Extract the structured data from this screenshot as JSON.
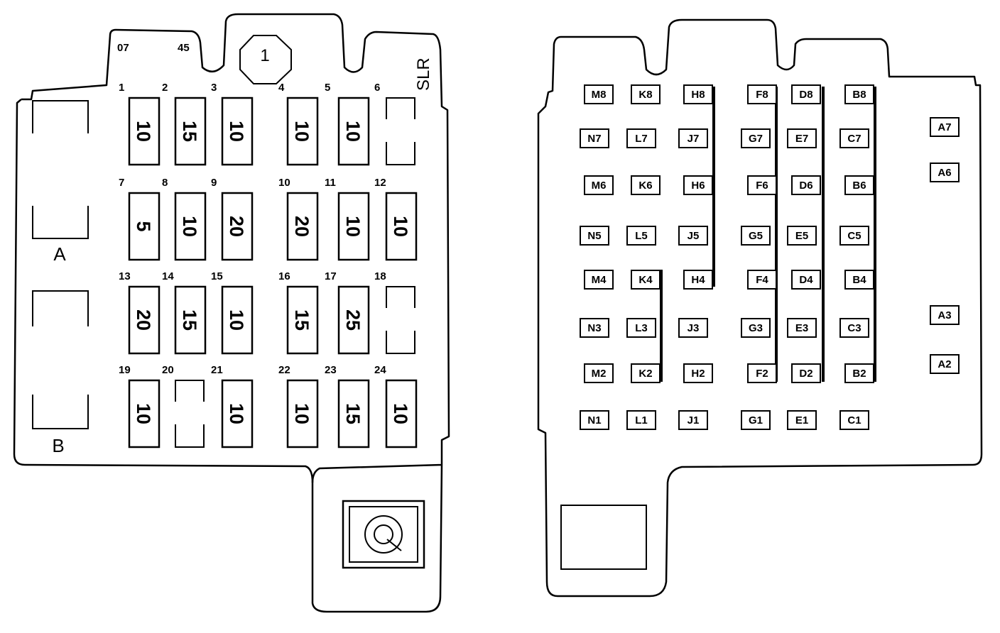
{
  "left_panel": {
    "top_labels": [
      "07",
      "45"
    ],
    "octagon_label": "1",
    "side_label": "SLR",
    "relay_labels": [
      "A",
      "B"
    ],
    "fuses": [
      {
        "num": "1",
        "rating": "10"
      },
      {
        "num": "2",
        "rating": "15"
      },
      {
        "num": "3",
        "rating": "10"
      },
      {
        "num": "4",
        "rating": "10"
      },
      {
        "num": "5",
        "rating": "10"
      },
      {
        "num": "6",
        "rating": ""
      },
      {
        "num": "7",
        "rating": "5"
      },
      {
        "num": "8",
        "rating": "10"
      },
      {
        "num": "9",
        "rating": "20"
      },
      {
        "num": "10",
        "rating": "20"
      },
      {
        "num": "11",
        "rating": "10"
      },
      {
        "num": "12",
        "rating": "10"
      },
      {
        "num": "13",
        "rating": "20"
      },
      {
        "num": "14",
        "rating": "15"
      },
      {
        "num": "15",
        "rating": "10"
      },
      {
        "num": "16",
        "rating": "15"
      },
      {
        "num": "17",
        "rating": "25"
      },
      {
        "num": "18",
        "rating": ""
      },
      {
        "num": "19",
        "rating": "10"
      },
      {
        "num": "20",
        "rating": ""
      },
      {
        "num": "21",
        "rating": "10"
      },
      {
        "num": "22",
        "rating": "10"
      },
      {
        "num": "23",
        "rating": "15"
      },
      {
        "num": "24",
        "rating": "10"
      }
    ]
  },
  "right_panel": {
    "terminals": [
      "M8",
      "K8",
      "H8",
      "F8",
      "D8",
      "B8",
      "N7",
      "L7",
      "J7",
      "G7",
      "E7",
      "C7",
      "A7",
      "M6",
      "K6",
      "H6",
      "F6",
      "D6",
      "B6",
      "A6",
      "N5",
      "L5",
      "J5",
      "G5",
      "E5",
      "C5",
      "M4",
      "K4",
      "H4",
      "F4",
      "D4",
      "B4",
      "N3",
      "L3",
      "J3",
      "G3",
      "E3",
      "C3",
      "A3",
      "M2",
      "K2",
      "H2",
      "F2",
      "D2",
      "B2",
      "A2",
      "N1",
      "L1",
      "J1",
      "G1",
      "E1",
      "C1"
    ]
  }
}
